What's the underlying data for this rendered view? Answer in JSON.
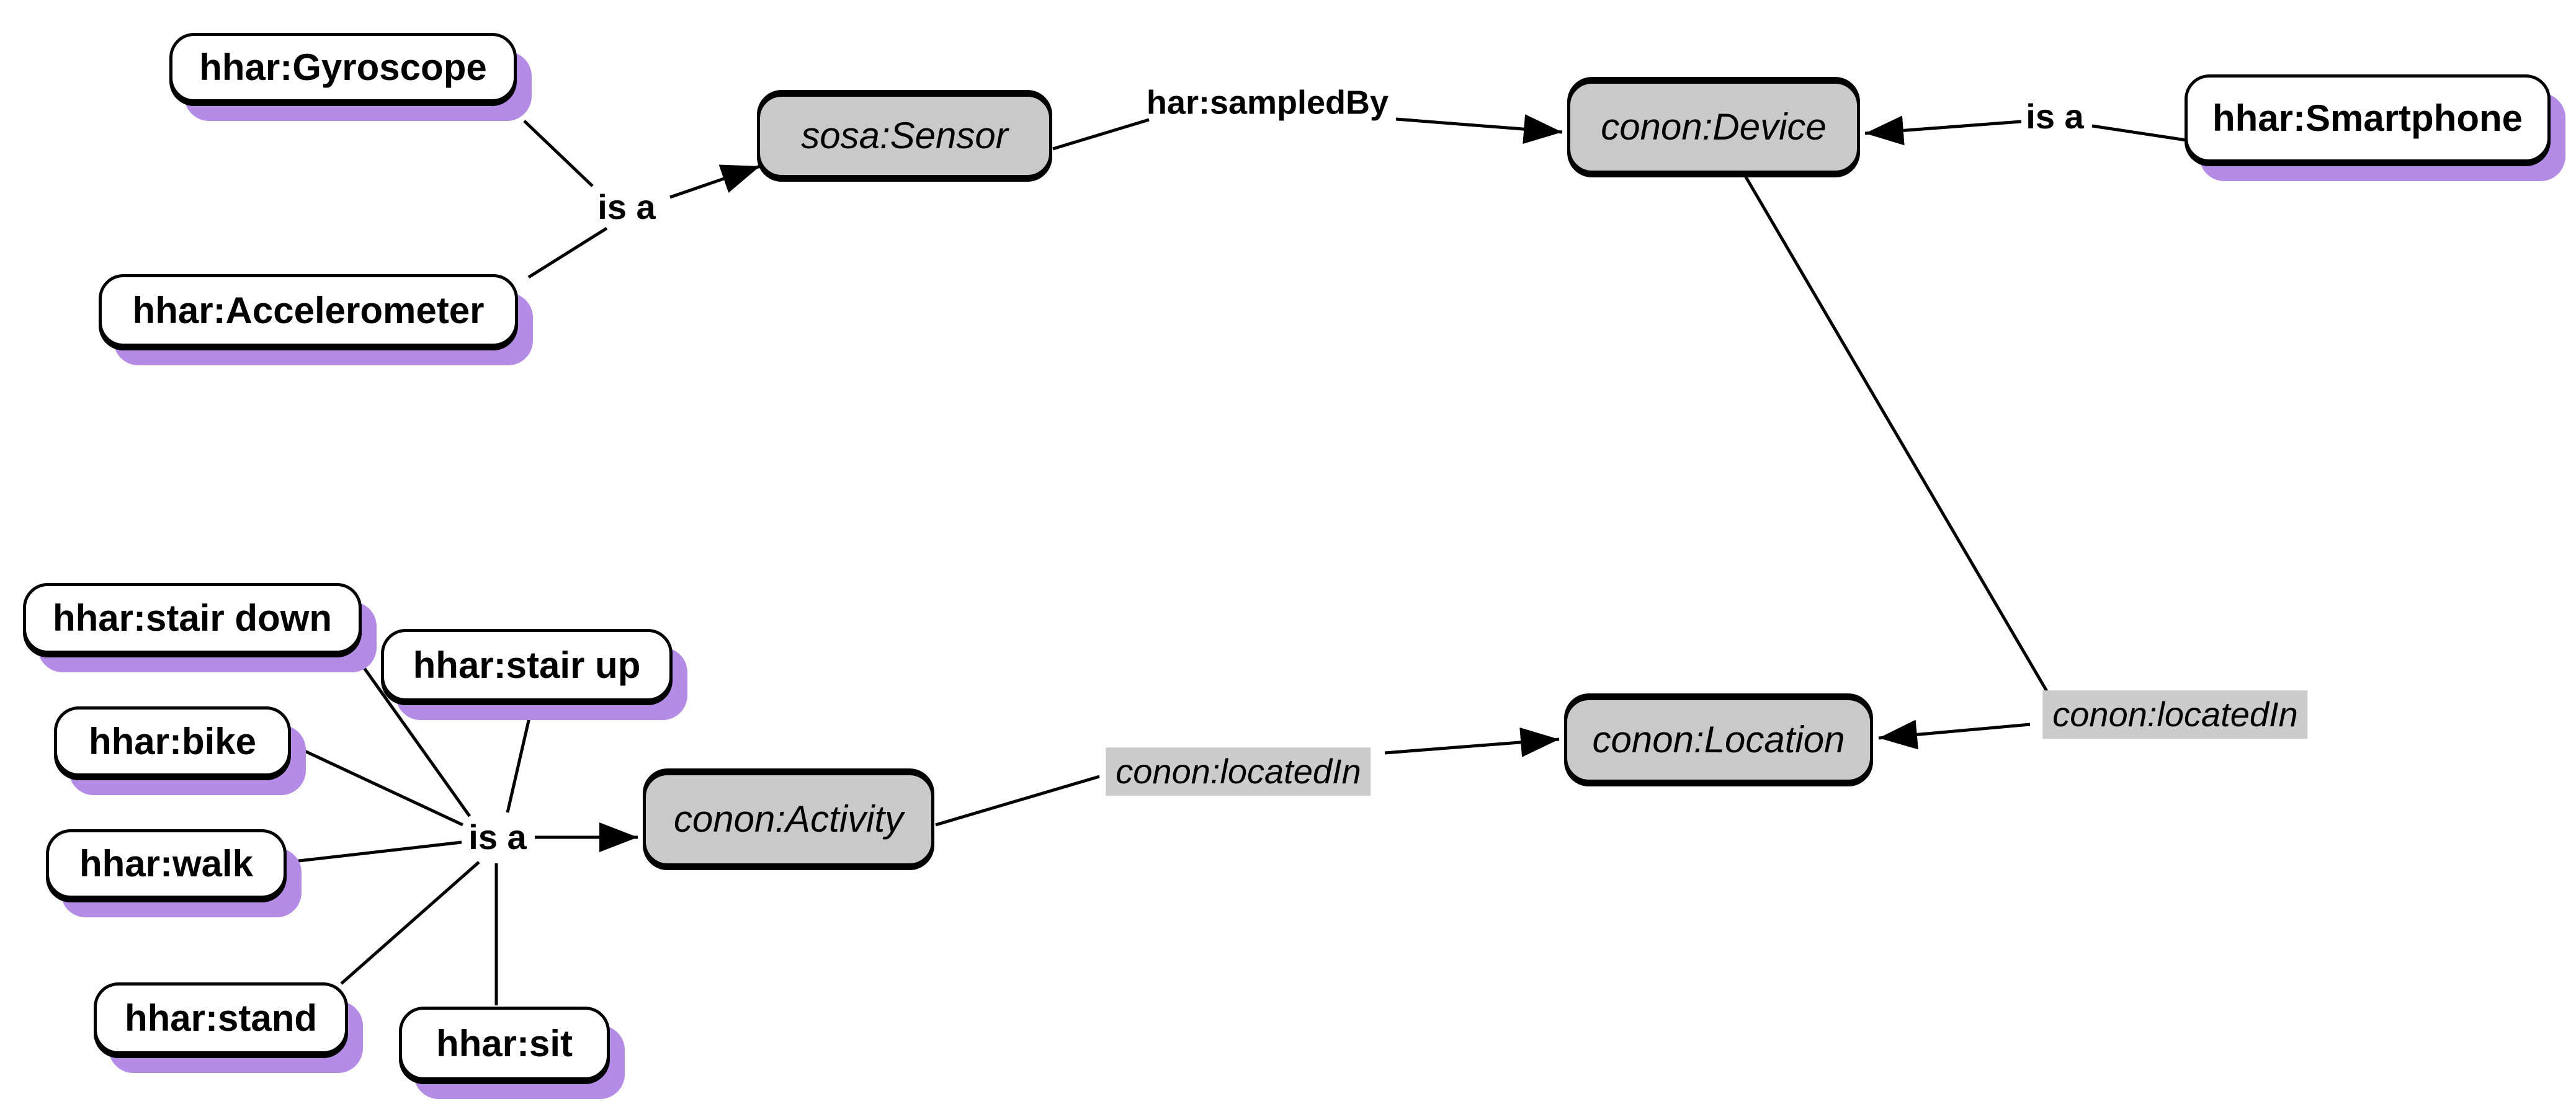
{
  "diagram": {
    "kind": "ontology-graph",
    "colors": {
      "instance_node_fill": "#ffffff",
      "class_node_fill": "#c9c9c9",
      "node_border": "#000000",
      "instance_shadow": "#b48ce6",
      "edge_color": "#000000",
      "edge_label_background": "#cccccc"
    }
  },
  "nodes": {
    "gyroscope": {
      "label": "hhar:Gyroscope",
      "type": "instance"
    },
    "accelerometer": {
      "label": "hhar:Accelerometer",
      "type": "instance"
    },
    "sensor": {
      "label": "sosa:Sensor",
      "type": "class"
    },
    "device": {
      "label": "conon:Device",
      "type": "class"
    },
    "smartphone": {
      "label": "hhar:Smartphone",
      "type": "instance"
    },
    "location": {
      "label": "conon:Location",
      "type": "class"
    },
    "activity": {
      "label": "conon:Activity",
      "type": "class"
    },
    "stair_down": {
      "label": "hhar:stair down",
      "type": "instance"
    },
    "stair_up": {
      "label": "hhar:stair up",
      "type": "instance"
    },
    "bike": {
      "label": "hhar:bike",
      "type": "instance"
    },
    "walk": {
      "label": "hhar:walk",
      "type": "instance"
    },
    "stand": {
      "label": "hhar:stand",
      "type": "instance"
    },
    "sit": {
      "label": "hhar:sit",
      "type": "instance"
    }
  },
  "edge_labels": {
    "is_a_sensor": "is a",
    "sampled_by": "har:sampledBy",
    "is_a_device": "is a",
    "is_a_activity": "is a",
    "located_in_activity": "conon:locatedIn",
    "located_in_device": "conon:locatedIn"
  },
  "edges": [
    {
      "from": "hhar:Gyroscope",
      "to": "sosa:Sensor",
      "label": "is a"
    },
    {
      "from": "hhar:Accelerometer",
      "to": "sosa:Sensor",
      "label": "is a"
    },
    {
      "from": "sosa:Sensor",
      "to": "conon:Device",
      "label": "har:sampledBy"
    },
    {
      "from": "hhar:Smartphone",
      "to": "conon:Device",
      "label": "is a"
    },
    {
      "from": "conon:Device",
      "to": "conon:Location",
      "label": "conon:locatedIn"
    },
    {
      "from": "conon:Activity",
      "to": "conon:Location",
      "label": "conon:locatedIn"
    },
    {
      "from": "hhar:stair down",
      "to": "conon:Activity",
      "label": "is a"
    },
    {
      "from": "hhar:stair up",
      "to": "conon:Activity",
      "label": "is a"
    },
    {
      "from": "hhar:bike",
      "to": "conon:Activity",
      "label": "is a"
    },
    {
      "from": "hhar:walk",
      "to": "conon:Activity",
      "label": "is a"
    },
    {
      "from": "hhar:stand",
      "to": "conon:Activity",
      "label": "is a"
    },
    {
      "from": "hhar:sit",
      "to": "conon:Activity",
      "label": "is a"
    }
  ]
}
